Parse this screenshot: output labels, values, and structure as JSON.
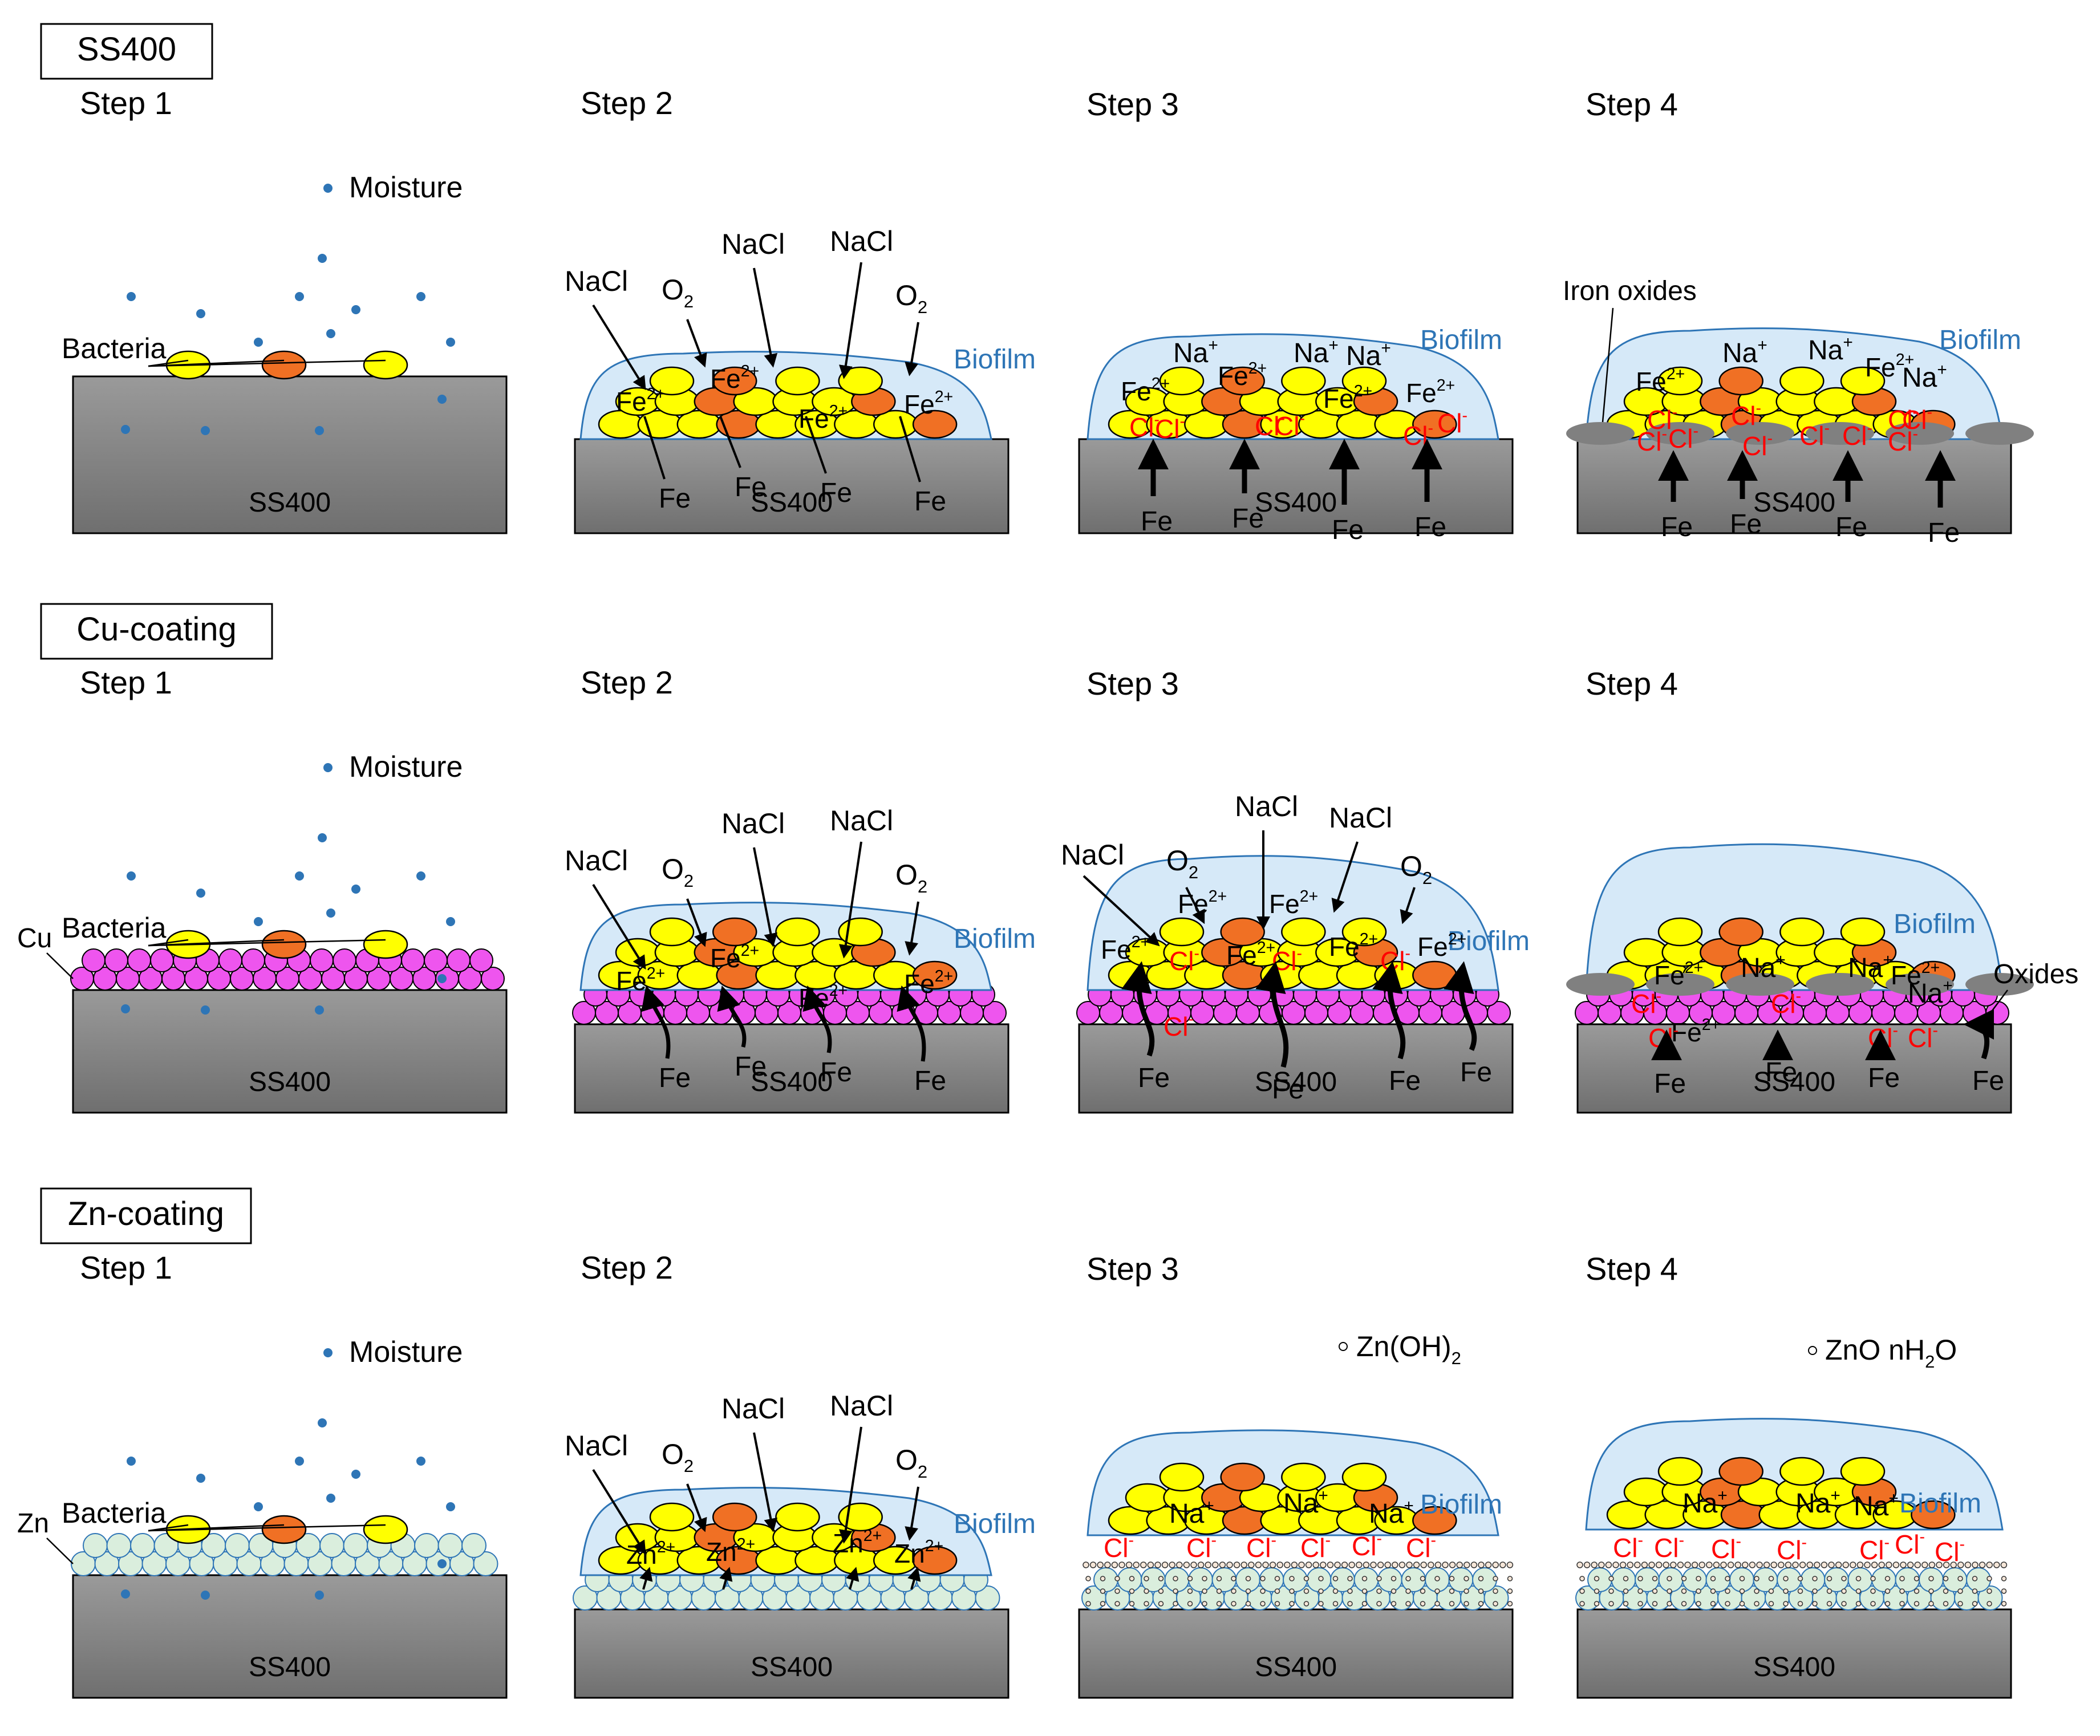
{
  "rows": [
    {
      "title": "SS400",
      "substrate": "SS400",
      "coating": "none",
      "steps": [
        {
          "label": "Step 1",
          "moisture": "Moisture",
          "bacteria": "Bacteria"
        },
        {
          "label": "Step 2",
          "biofilm": "Biofilm",
          "arrows_in": [
            "NaCl",
            "O",
            "NaCl",
            "NaCl",
            "O"
          ],
          "fe_ions": [
            "Fe",
            "Fe",
            "Fe",
            "Fe"
          ],
          "fe_out": [
            "Fe",
            "Fe",
            "Fe",
            "Fe"
          ]
        },
        {
          "label": "Step 3",
          "biofilm": "Biofilm",
          "na": [
            "Na",
            "Na",
            "Na"
          ],
          "fe_ions": [
            "Fe",
            "Fe",
            "Fe",
            "Fe"
          ],
          "cl": [
            "Cl",
            "Cl",
            "Cl",
            "Cl",
            "Cl",
            "Cl"
          ],
          "fe_out": [
            "Fe",
            "Fe",
            "Fe",
            "Fe"
          ]
        },
        {
          "label": "Step 4",
          "biofilm": "Biofilm",
          "oxide_label": "Iron oxides",
          "na": [
            "Na",
            "Na",
            "Na"
          ],
          "fe_ions": [
            "Fe",
            "Fe"
          ],
          "cl": [
            "Cl",
            "Cl",
            "Cl",
            "Cl",
            "Cl",
            "Cl",
            "Cl",
            "Cl",
            "Cl",
            "Cl"
          ],
          "fe_out": [
            "Fe",
            "Fe",
            "Fe",
            "Fe"
          ]
        }
      ]
    },
    {
      "title": "Cu-coating",
      "substrate": "SS400",
      "coating": "Cu",
      "steps": [
        {
          "label": "Step 1",
          "moisture": "Moisture",
          "bacteria": "Bacteria",
          "coat_label": "Cu"
        },
        {
          "label": "Step 2",
          "biofilm": "Biofilm",
          "arrows_in": [
            "NaCl",
            "O",
            "NaCl",
            "NaCl",
            "O"
          ],
          "fe_ions": [
            "Fe",
            "Fe",
            "Fe",
            "Fe"
          ],
          "fe_out": [
            "Fe",
            "Fe",
            "Fe",
            "Fe"
          ]
        },
        {
          "label": "Step 3",
          "biofilm": "Biofilm",
          "arrows_in": [
            "NaCl",
            "O",
            "NaCl",
            "NaCl",
            "O"
          ],
          "fe_ions": [
            "Fe",
            "Fe",
            "Fe",
            "Fe",
            "Fe",
            "Fe"
          ],
          "cl": [
            "Cl",
            "Cl",
            "Cl",
            "Cl"
          ],
          "fe_out": [
            "Fe",
            "Fe",
            "Fe",
            "Fe"
          ]
        },
        {
          "label": "Step 4",
          "biofilm": "Biofilm",
          "oxide_label": "Oxides",
          "na": [
            "Na",
            "Na",
            "Na"
          ],
          "fe_ions": [
            "Fe",
            "Fe",
            "Fe"
          ],
          "cl": [
            "Cl",
            "Cl",
            "Cl",
            "Cl",
            "Cl"
          ],
          "fe_out": [
            "Fe",
            "Fe",
            "Fe",
            "Fe"
          ]
        }
      ]
    },
    {
      "title": "Zn-coating",
      "substrate": "SS400",
      "coating": "Zn",
      "steps": [
        {
          "label": "Step 1",
          "moisture": "Moisture",
          "bacteria": "Bacteria",
          "coat_label": "Zn"
        },
        {
          "label": "Step 2",
          "biofilm": "Biofilm",
          "arrows_in": [
            "NaCl",
            "O",
            "NaCl",
            "NaCl",
            "O"
          ],
          "zn_ions": [
            "Zn",
            "Zn",
            "Zn",
            "Zn"
          ]
        },
        {
          "label": "Step 3",
          "biofilm": "Biofilm",
          "product": "Zn(OH)",
          "na": [
            "Na",
            "Na",
            "Na"
          ],
          "cl": [
            "Cl",
            "Cl",
            "Cl",
            "Cl",
            "Cl",
            "Cl"
          ]
        },
        {
          "label": "Step 4",
          "biofilm": "Biofilm",
          "product": "ZnO nH",
          "na": [
            "Na",
            "Na",
            "Na"
          ],
          "cl": [
            "Cl",
            "Cl",
            "Cl",
            "Cl",
            "Cl",
            "Cl",
            "Cl"
          ]
        }
      ]
    }
  ],
  "colors": {
    "moisture": "#2e75b6",
    "bacteria_yellow": "#ffff00",
    "bacteria_orange": "#f07024",
    "biofilm_fill": "#d6e9f8",
    "biofilm_line": "#2e75b6",
    "biofilm_text": "#2e75b6",
    "cu": "#ee55ee",
    "zn": "#daeedd",
    "chloride": "#ff0000",
    "oxide": "#808080"
  }
}
